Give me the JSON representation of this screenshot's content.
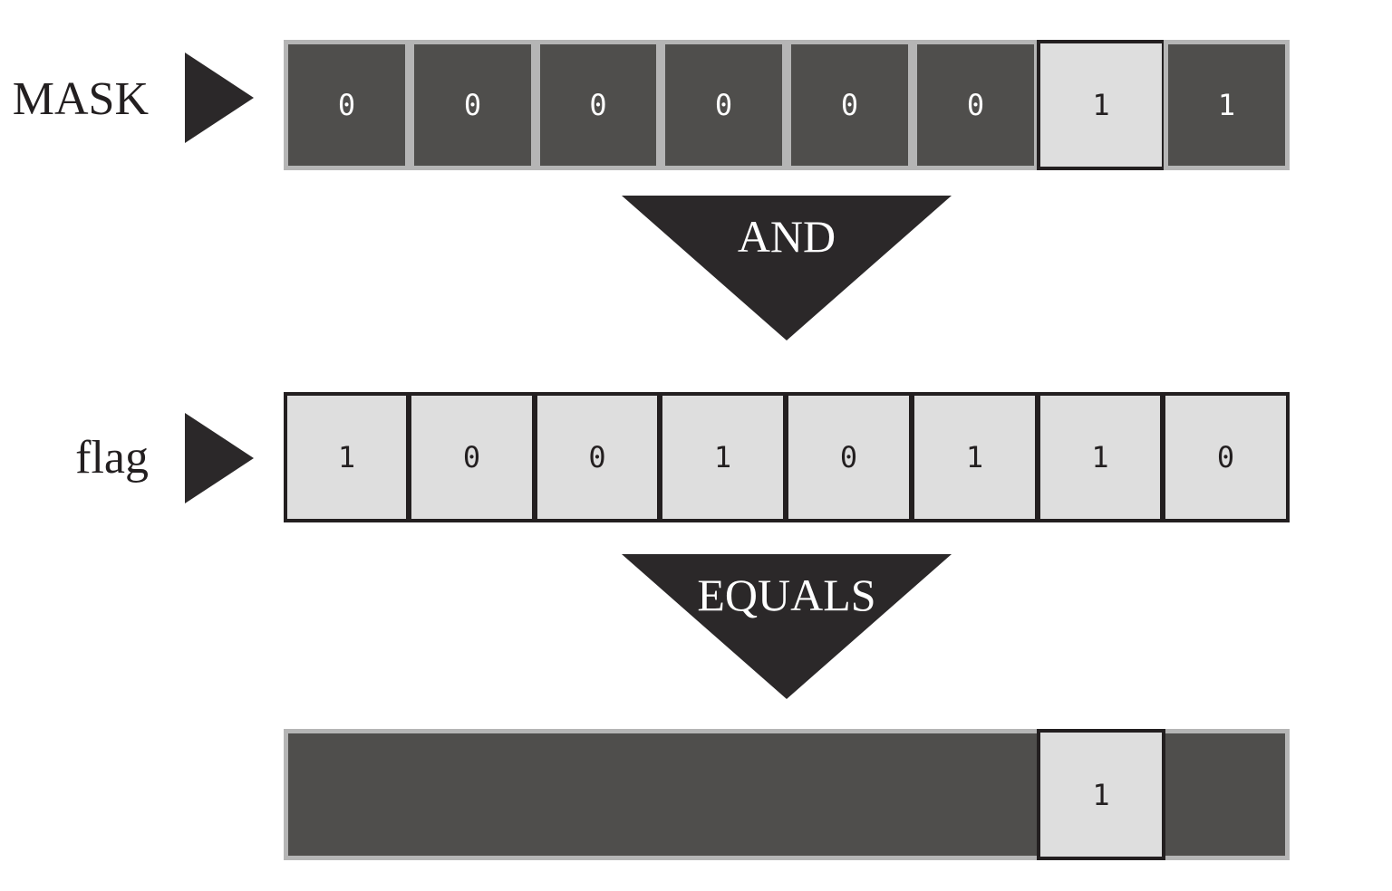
{
  "rows": {
    "mask": {
      "label": "MASK",
      "bits": [
        "0",
        "0",
        "0",
        "0",
        "0",
        "0",
        "1",
        "1"
      ],
      "highlight": [
        false,
        false,
        false,
        false,
        false,
        false,
        true,
        false
      ]
    },
    "flag": {
      "label": "flag",
      "bits": [
        "1",
        "0",
        "0",
        "1",
        "0",
        "1",
        "1",
        "0"
      ]
    },
    "result": {
      "bits": [
        "",
        "",
        "",
        "",
        "",
        "",
        "1",
        ""
      ],
      "highlight": [
        false,
        false,
        false,
        false,
        false,
        false,
        true,
        false
      ]
    }
  },
  "operators": {
    "and": "AND",
    "equals": "EQUALS"
  },
  "colors": {
    "dark_cell": "#4f4e4c",
    "light_cell": "#dedede",
    "ink": "#231f20",
    "frame": "#b5b5b5"
  }
}
